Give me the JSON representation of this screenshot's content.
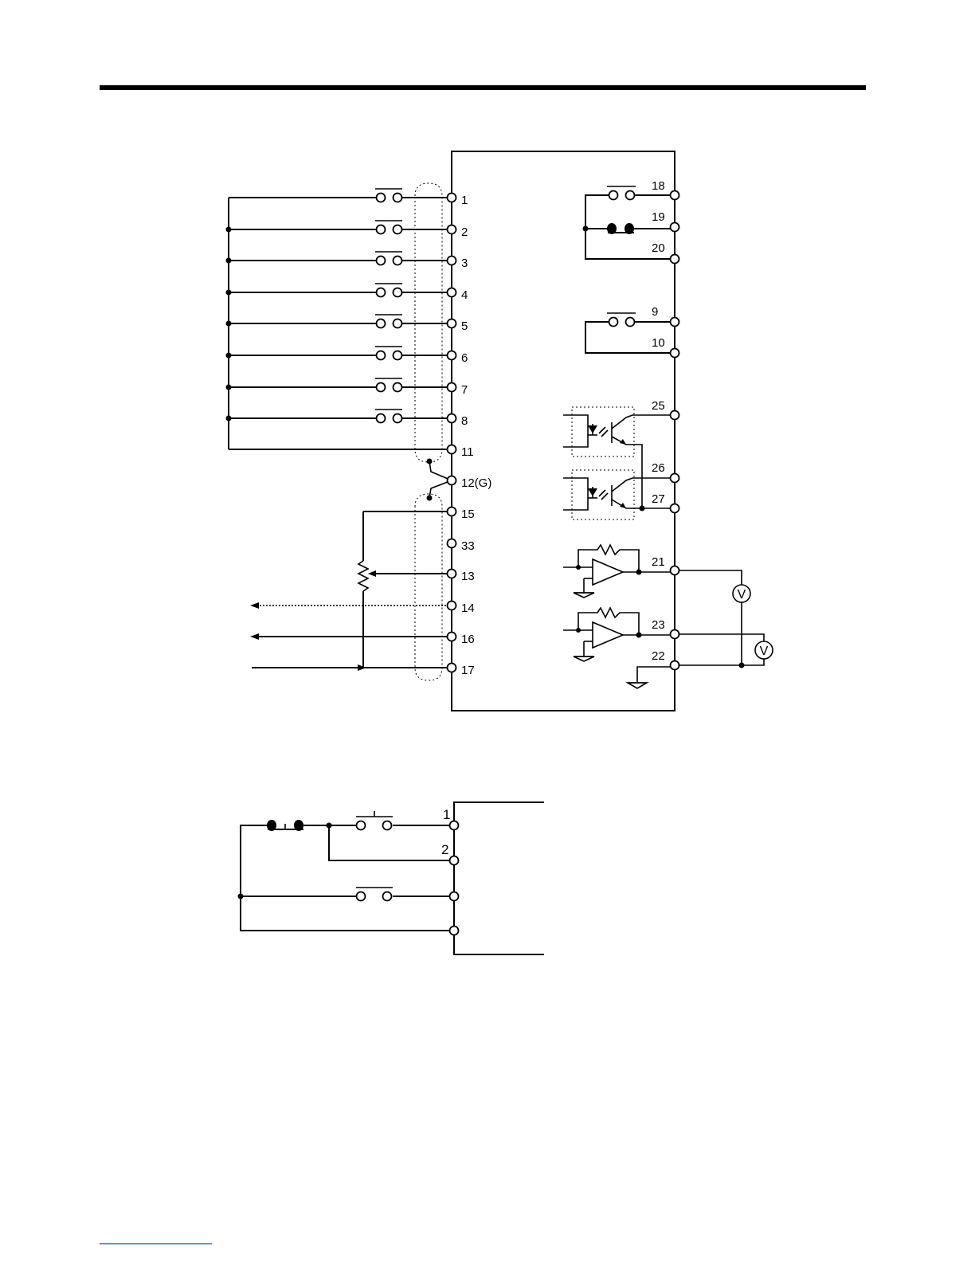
{
  "main_terminals": {
    "left": [
      "1",
      "2",
      "3",
      "4",
      "5",
      "6",
      "7",
      "8",
      "11",
      "12(G)",
      "15",
      "33",
      "13",
      "14",
      "16",
      "17"
    ],
    "right": [
      "18",
      "19",
      "20",
      "9",
      "10",
      "25",
      "26",
      "27",
      "21",
      "23",
      "22"
    ]
  },
  "meters": [
    "V",
    "V"
  ],
  "sub_terminals": [
    "1",
    "2"
  ],
  "colors": {
    "ink": "#000000",
    "paper": "#ffffff"
  }
}
